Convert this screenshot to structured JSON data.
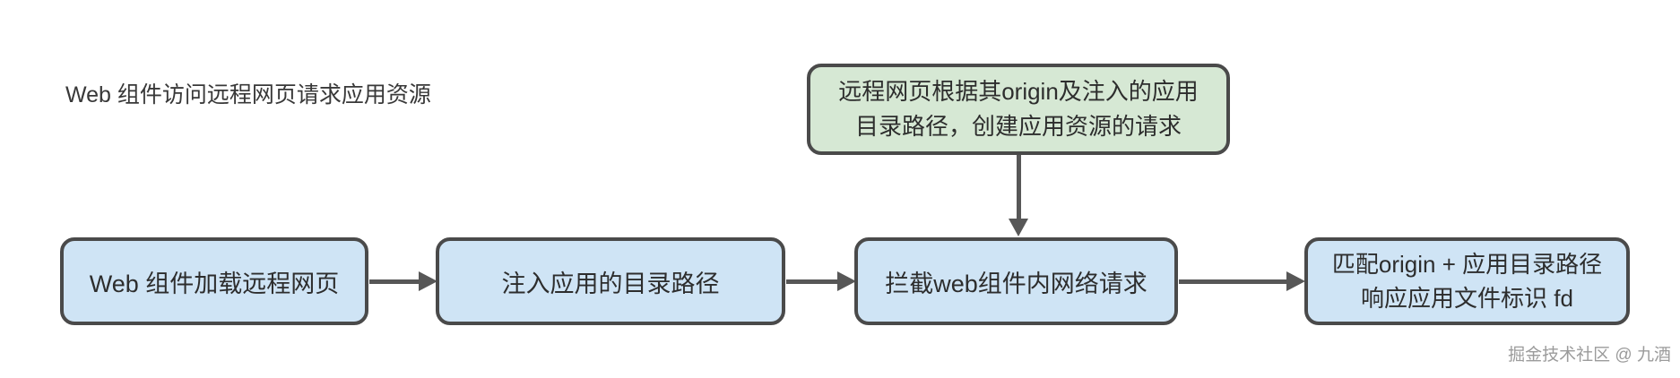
{
  "page": {
    "title": "Web 组件访问远程网页请求应用资源",
    "watermark": "掘金技术社区 @ 九酒"
  },
  "diagram": {
    "note": {
      "line1": "远程网页根据其origin及注入的应用",
      "line2": "目录路径，创建应用资源的请求"
    },
    "steps": [
      {
        "label": "Web 组件加载远程网页"
      },
      {
        "label": "注入应用的目录路径"
      },
      {
        "label": "拦截web组件内网络请求"
      },
      {
        "line1": "匹配origin + 应用目录路径",
        "line2": "响应应用文件标识 fd"
      }
    ],
    "colors": {
      "note_fill": "#d6e8d4",
      "step_fill": "#cfe4f5",
      "border": "#4a4a4a",
      "arrow": "#575757",
      "text": "#2d2d2d",
      "watermark": "#9b9b9b"
    }
  }
}
